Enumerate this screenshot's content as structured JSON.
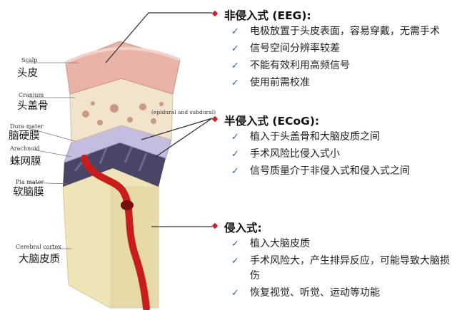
{
  "illustration": {
    "layers": [
      {
        "id": "scalp",
        "en": "Scalp",
        "zh": "头皮"
      },
      {
        "id": "cranium",
        "en": "Cranium",
        "zh": "头盖骨"
      },
      {
        "id": "dura",
        "en": "Dura mater",
        "zh": "脑硬膜"
      },
      {
        "id": "arachnoid",
        "en": "Arachnoid",
        "zh": "蛛网膜"
      },
      {
        "id": "pia",
        "en": "Pia mater",
        "zh": "软脑膜"
      },
      {
        "id": "cortex",
        "en": "Cerebral cortex",
        "zh": "大脑皮质"
      }
    ],
    "note": "(epidural and subdural)"
  },
  "sections": [
    {
      "title": "非侵入式 (EEG):",
      "items": [
        "电极放置于头皮表面，容易穿戴，无需手术",
        "信号空间分辨率较差",
        "不能有效利用高频信号",
        "使用前需校准"
      ]
    },
    {
      "title": "半侵入式 (ECoG):",
      "items": [
        "植入于头盖骨和大脑皮质之间",
        "手术风险比侵入式小",
        "信号质量介于非侵入式和侵入式之间"
      ]
    },
    {
      "title": "侵入式:",
      "items": [
        "植入大脑皮质",
        "手术风险大，产生排异反应，可能导致大脑损伤",
        "恢复视觉、听觉、运动等功能"
      ]
    }
  ],
  "colors": {
    "diamond": "#cc1f26",
    "check": "#3a5fa8",
    "scalp": "#e9b3a8",
    "cortex": "#efe3b8",
    "vessel": "#c81d1d"
  }
}
